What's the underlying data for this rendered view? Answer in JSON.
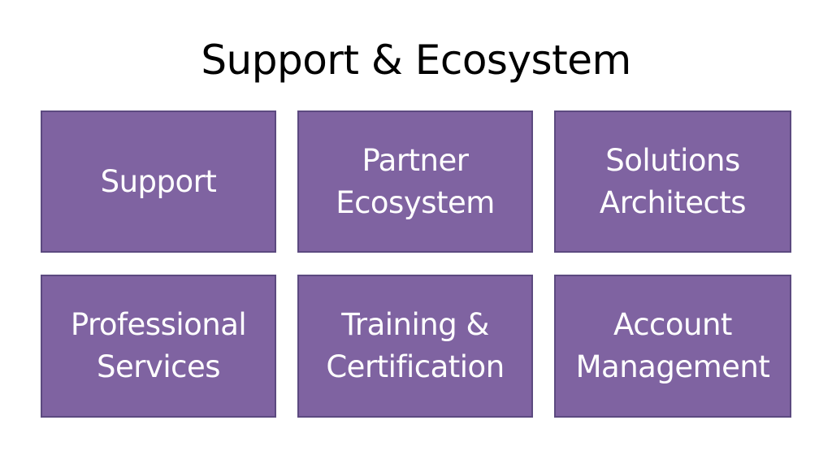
{
  "slide": {
    "title": "Support & Ecosystem"
  },
  "colors": {
    "tile_fill": "#7f63a1",
    "tile_border": "#5c4a80",
    "title_text": "#000000",
    "tile_text": "#ffffff"
  },
  "tiles": [
    {
      "label": "Support"
    },
    {
      "label": "Partner\nEcosystem"
    },
    {
      "label": "Solutions\nArchitects"
    },
    {
      "label": "Professional\nServices"
    },
    {
      "label": "Training &\nCertification"
    },
    {
      "label": "Account\nManagement"
    }
  ]
}
